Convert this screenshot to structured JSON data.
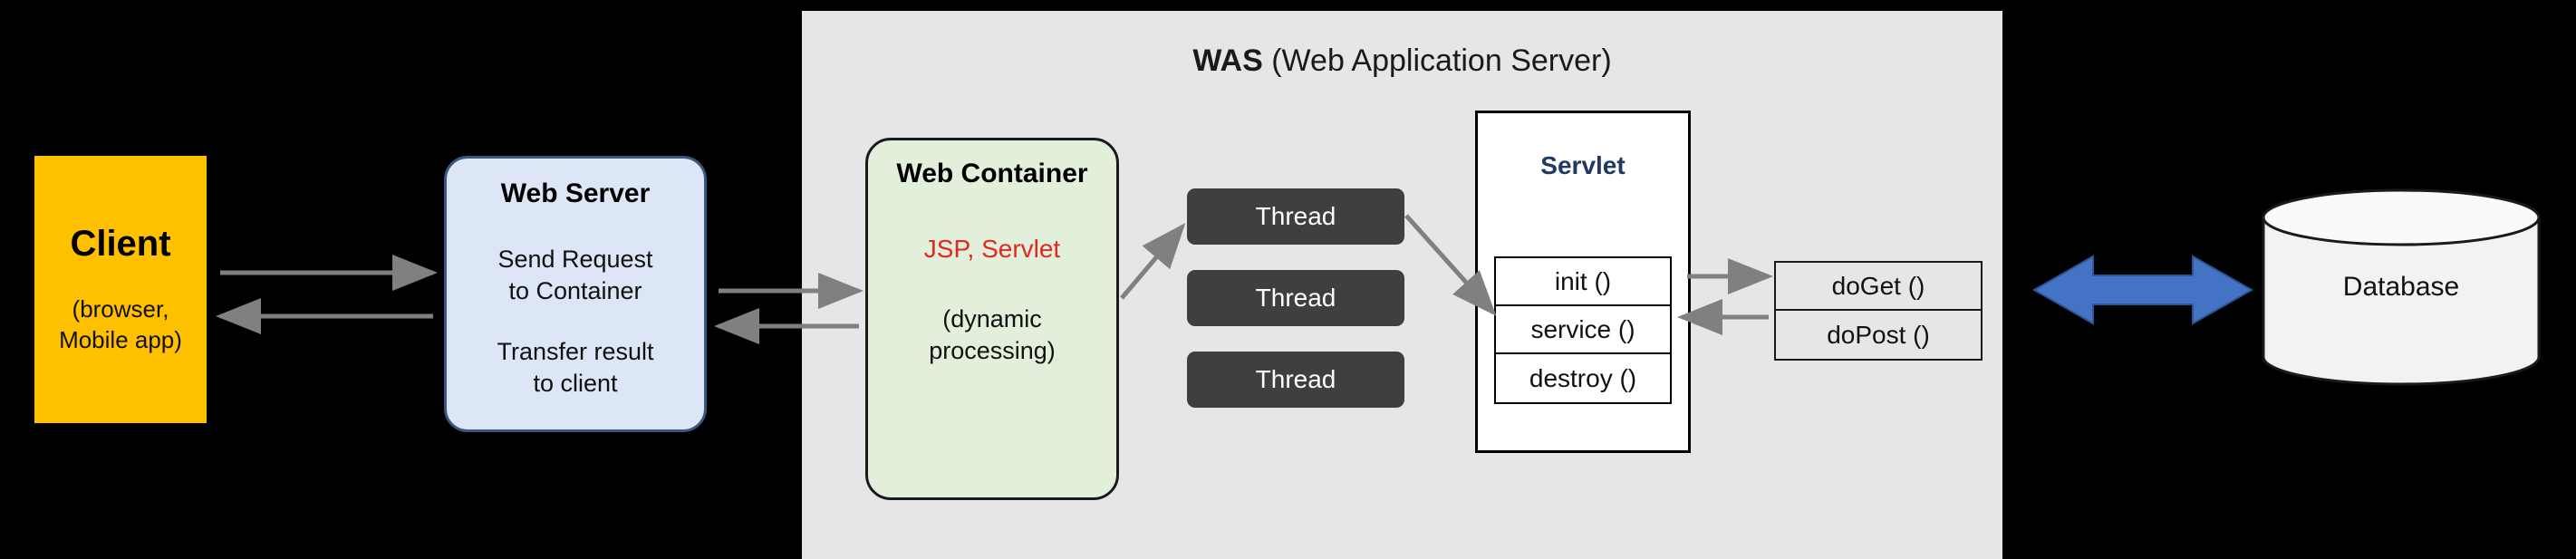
{
  "diagram": {
    "title": "WAS (Web Application Server) architecture",
    "background": "#000000"
  },
  "was": {
    "panel_name": "was-panel",
    "abbr": "WAS",
    "full": "(Web Application Server)",
    "panel_color": "#E6E6E6"
  },
  "client": {
    "title": "Client",
    "subtitle": "(browser,\nMobile app)",
    "subtitle_line1": "(browser,",
    "subtitle_line2": "Mobile app)",
    "fill": "#FFC000"
  },
  "web_server": {
    "title": "Web Server",
    "line1": "Send Request\nto Container",
    "line1_a": "Send Request",
    "line1_b": "to Container",
    "line2_a": "Transfer result",
    "line2_b": "to client",
    "fill": "#DCE6F7",
    "stroke": "#39577F"
  },
  "web_container": {
    "title": "Web Container",
    "highlight": "JSP, Servlet",
    "highlight_color": "#E02A1F",
    "sub_a": "(dynamic",
    "sub_b": "processing)",
    "fill": "#E2EFDA",
    "stroke": "#1A1A1A"
  },
  "threads": {
    "label": "Thread",
    "items": [
      {
        "label": "Thread"
      },
      {
        "label": "Thread"
      },
      {
        "label": "Thread"
      }
    ],
    "fill": "#3F3F3F",
    "text_color": "#FFFFFF"
  },
  "servlet": {
    "title": "Servlet",
    "title_color": "#1F3864",
    "methods": [
      {
        "label": "init ()"
      },
      {
        "label": "service ()"
      },
      {
        "label": "destroy ()"
      }
    ],
    "fill": "#FFFFFF",
    "stroke": "#000000"
  },
  "handlers": {
    "items": [
      {
        "label": "doGet ()"
      },
      {
        "label": "doPost ()"
      }
    ],
    "stroke": "#1A1A1A"
  },
  "database": {
    "label": "Database",
    "fill": "#F2F2F2",
    "stroke": "#1A1A1A"
  },
  "connectors": {
    "arrow_color": "#808080",
    "db_arrow_color": "#4472C4",
    "client_to_server": "request",
    "server_to_client": "response",
    "server_to_container": "request",
    "container_to_server": "response",
    "container_to_thread": "dispatch",
    "thread_to_service": "invoke",
    "service_to_handler": "call",
    "handler_to_service": "return",
    "was_to_database": "bidirectional"
  }
}
